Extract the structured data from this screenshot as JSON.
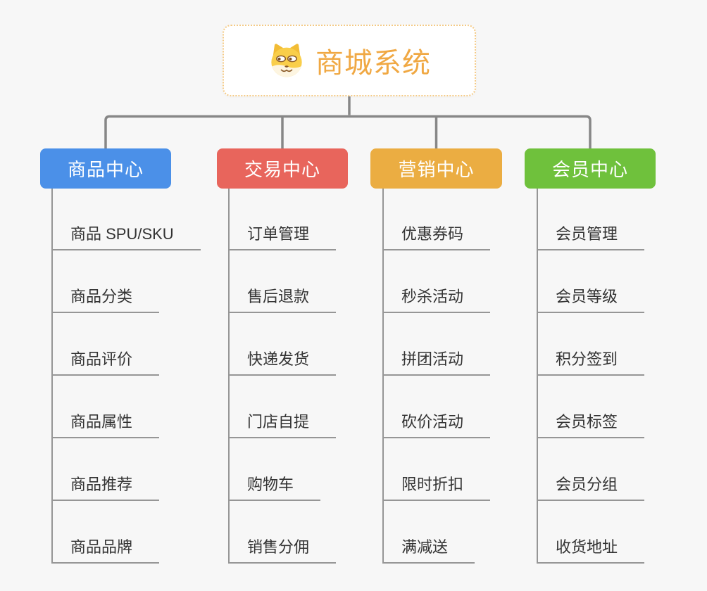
{
  "root": {
    "title": "商城系统",
    "icon": "dog-face-icon"
  },
  "branches": [
    {
      "label": "商品中心",
      "color": "#4b90e8",
      "items": [
        "商品 SPU/SKU",
        "商品分类",
        "商品评价",
        "商品属性",
        "商品推荐",
        "商品品牌"
      ]
    },
    {
      "label": "交易中心",
      "color": "#e8655c",
      "items": [
        "订单管理",
        "售后退款",
        "快递发货",
        "门店自提",
        "购物车",
        "销售分佣"
      ]
    },
    {
      "label": "营销中心",
      "color": "#ebad42",
      "items": [
        "优惠券码",
        "秒杀活动",
        "拼团活动",
        "砍价活动",
        "限时折扣",
        "满减送"
      ]
    },
    {
      "label": "会员中心",
      "color": "#6fc13c",
      "items": [
        "会员管理",
        "会员等级",
        "积分签到",
        "会员标签",
        "会员分组",
        "收货地址"
      ]
    }
  ],
  "colors": {
    "background": "#f7f7f7",
    "root_title": "#f0a843",
    "root_border": "#f4ca85",
    "connector": "#878787",
    "leaf_line": "#969696",
    "leaf_text": "#333333"
  }
}
